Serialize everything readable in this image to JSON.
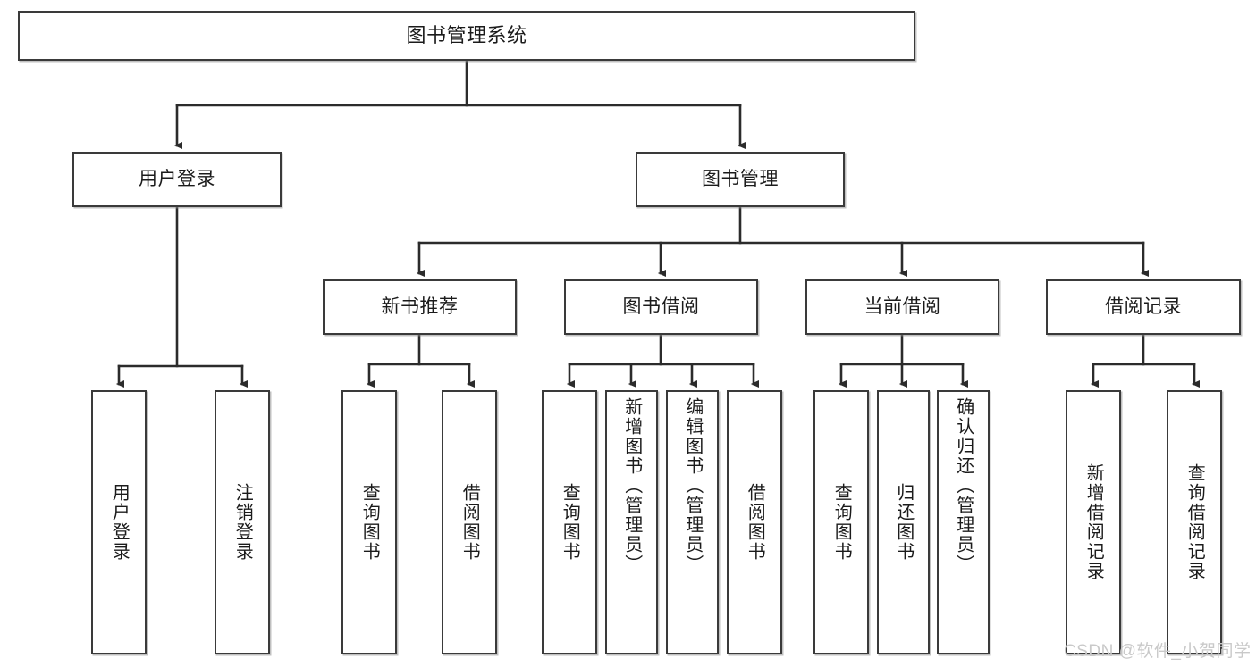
{
  "diagram": {
    "type": "tree-hierarchy",
    "title": "图书管理系统",
    "orientation": "top-down",
    "colors": {
      "box_border": "#3a3a3a",
      "box_fill": "#ffffff",
      "edge": "#2b2b2b",
      "text": "#1b1b1b",
      "watermark": "#c9c9c9"
    },
    "root": {
      "label": "图书管理系统"
    },
    "level2": [
      {
        "label": "用户登录"
      },
      {
        "label": "图书管理"
      }
    ],
    "level3": [
      {
        "label": "新书推荐"
      },
      {
        "label": "图书借阅"
      },
      {
        "label": "当前借阅"
      },
      {
        "label": "借阅记录"
      }
    ],
    "leaves": {
      "user_login": [
        {
          "label": "用户登录"
        },
        {
          "label": "注销登录"
        }
      ],
      "new_book_recommend": [
        {
          "label": "查询图书"
        },
        {
          "label": "借阅图书"
        }
      ],
      "book_borrow": [
        {
          "label": "查询图书"
        },
        {
          "label": "新增图书（管理员）"
        },
        {
          "label": "编辑图书（管理员）"
        },
        {
          "label": "借阅图书"
        }
      ],
      "current_borrow": [
        {
          "label": "查询图书"
        },
        {
          "label": "归还图书"
        },
        {
          "label": "确认归还（管理员）"
        }
      ],
      "borrow_record": [
        {
          "label": "新增借阅记录"
        },
        {
          "label": "查询借阅记录"
        }
      ]
    },
    "watermark": "CSDN @软件_小贺同学"
  }
}
